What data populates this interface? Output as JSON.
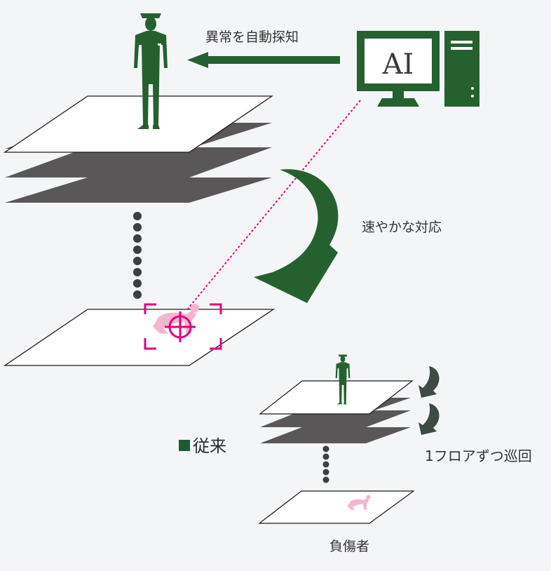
{
  "labels": {
    "ai_screen": "AI",
    "auto_detect": "異常を自動探知",
    "quick_response": "速やかな対応",
    "conventional": "従来",
    "patrol_each_floor": "1フロアずつ巡回",
    "injured_person": "負傷者"
  },
  "colors": {
    "brand_green": "#24612f",
    "dark_floor": "#595757",
    "alert_magenta": "#e4007f",
    "victim_pink": "#f4b6cf",
    "dot_gray": "#3e3e3e",
    "text": "#333333",
    "background": "#f4f5f7"
  },
  "icons": [
    "guard-silhouette-icon",
    "computer-monitor-icon",
    "tower-pc-icon",
    "target-crosshair-icon",
    "fallen-person-icon",
    "curved-arrow-icon"
  ]
}
